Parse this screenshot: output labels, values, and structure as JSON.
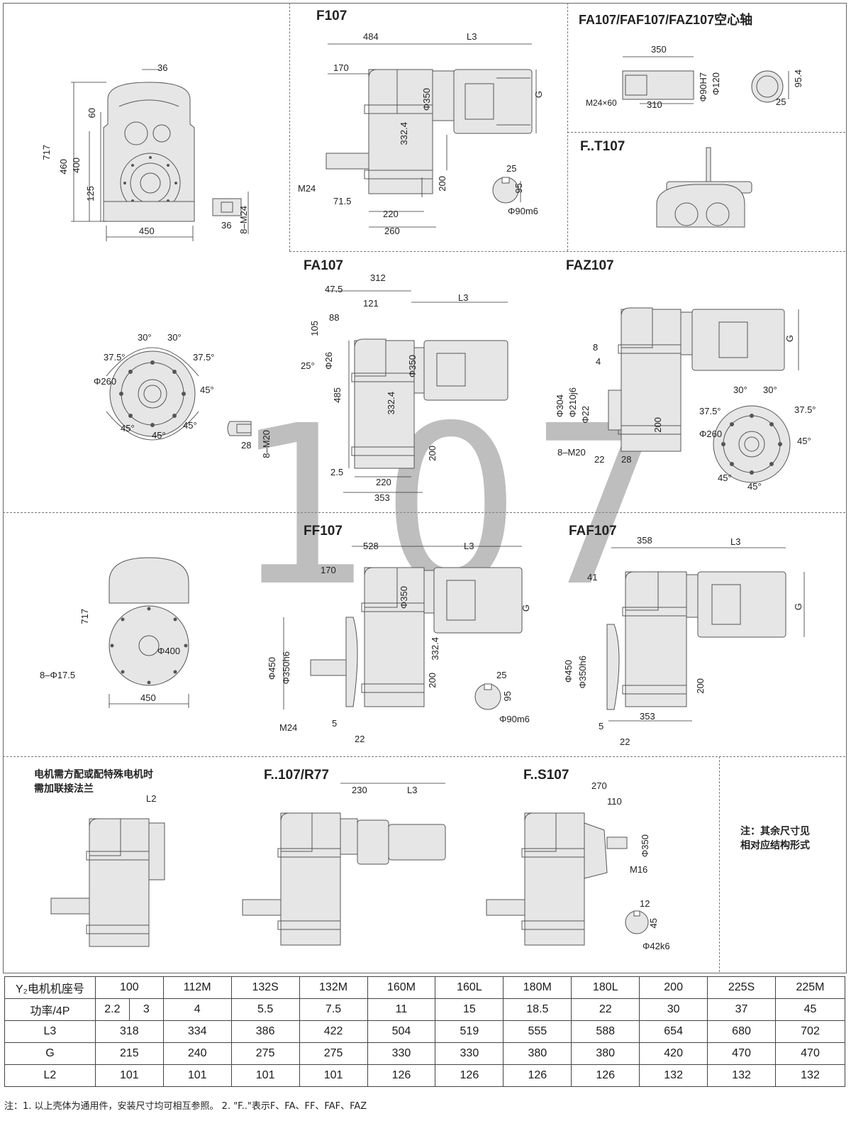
{
  "watermark": "107",
  "sections": {
    "f107": "F107",
    "hollow": "FA107/FAF107/FAZ107空心轴",
    "ft107": "F..T107",
    "fa107": "FA107",
    "faz107": "FAZ107",
    "ff107": "FF107",
    "faf107": "FAF107",
    "fr77": "F..107/R77",
    "fs107": "F..S107"
  },
  "dims": {
    "side": {
      "d36": "36",
      "d60": "60",
      "d717": "717",
      "d460": "460",
      "d400": "400",
      "d125": "125",
      "d450": "450",
      "key36": "36",
      "m24": "8–M24"
    },
    "f107": {
      "d484": "484",
      "l3": "L3",
      "d170": "170",
      "phi350": "Φ350",
      "g": "G",
      "d332": "332.4",
      "m24": "M24",
      "d200": "200",
      "d715": "71.5",
      "d220": "220",
      "d260": "260",
      "k25": "25",
      "k95": "95",
      "phi90": "Φ90m6"
    },
    "hollow": {
      "d350": "350",
      "phi90h7": "Φ90H7",
      "phi120": "Φ120",
      "m24x60": "M24×60",
      "d310": "310",
      "d954": "95.4",
      "d25": "25"
    },
    "fa107": {
      "d312": "312",
      "d475": "47.5",
      "l3": "L3",
      "d121": "121",
      "d88": "88",
      "d105": "105",
      "a25": "25°",
      "phi26": "Φ26",
      "phi350": "Φ350",
      "d485": "485",
      "d332": "332.4",
      "d200": "200",
      "d25": "2.5",
      "d220": "220",
      "d353": "353"
    },
    "flange": {
      "a30a": "30°",
      "a30b": "30°",
      "a375a": "37.5°",
      "a375b": "37.5°",
      "phi260": "Φ260",
      "a45a": "45°",
      "a45b": "45°",
      "a45c": "45°",
      "a45d": "45°",
      "d28": "28",
      "m20": "8–M20"
    },
    "faz107": {
      "g": "G",
      "d8": "8",
      "d4": "4",
      "phi304": "Φ304",
      "phi210": "Φ210j6",
      "phi22": "Φ22",
      "d200": "200",
      "m20": "8–M20",
      "d22": "22",
      "d28": "28"
    },
    "faz_flange": {
      "a30a": "30°",
      "a30b": "30°",
      "a375a": "37.5°",
      "a375b": "37.5°",
      "phi260": "Φ260",
      "a45a": "45°",
      "a45b": "45°",
      "a45c": "45°"
    },
    "ff_side": {
      "d717": "717",
      "phi400": "Φ400",
      "holes": "8–Φ17.5",
      "d450": "450"
    },
    "ff107": {
      "d528": "528",
      "l3": "L3",
      "d170": "170",
      "phi350": "Φ350",
      "g": "G",
      "phi450": "Φ450",
      "phi350h6": "Φ350h6",
      "d332": "332.4",
      "d200": "200",
      "m24": "M24",
      "d5": "5",
      "d22": "22",
      "k25": "25",
      "k95": "95",
      "phi90": "Φ90m6"
    },
    "faf107": {
      "d358": "358",
      "l3": "L3",
      "d41": "41",
      "g": "G",
      "phi450": "Φ450",
      "phi350h6": "Φ350h6",
      "d200": "200",
      "d353": "353",
      "d5": "5",
      "d22": "22"
    },
    "adapter": {
      "note_l1": "电机需方配或配特殊电机时",
      "note_l2": "需加联接法兰",
      "l2": "L2"
    },
    "fr77": {
      "d230": "230",
      "l3": "L3"
    },
    "fs107": {
      "d270": "270",
      "d110": "110",
      "phi350": "Φ350",
      "m16": "M16",
      "k12": "12",
      "k45": "45",
      "phi42": "Φ42k6"
    },
    "side_note_l1": "注：其余尺寸见",
    "side_note_l2": "相对应结构形式"
  },
  "table": {
    "rows": [
      {
        "label": "Y₂电机机座号",
        "cells": [
          "100",
          "112M",
          "132S",
          "132M",
          "160M",
          "160L",
          "180M",
          "180L",
          "200",
          "225S",
          "225M"
        ]
      },
      {
        "label": "功率/4P",
        "cells": [
          "2.2",
          "3",
          "4",
          "5.5",
          "7.5",
          "11",
          "15",
          "18.5",
          "22",
          "30",
          "37",
          "45"
        ]
      },
      {
        "label": "L3",
        "cells": [
          "318",
          "334",
          "386",
          "422",
          "504",
          "519",
          "555",
          "588",
          "654",
          "680",
          "702"
        ]
      },
      {
        "label": "G",
        "cells": [
          "215",
          "240",
          "275",
          "275",
          "330",
          "330",
          "380",
          "380",
          "420",
          "470",
          "470"
        ]
      },
      {
        "label": "L2",
        "cells": [
          "101",
          "101",
          "101",
          "101",
          "126",
          "126",
          "126",
          "126",
          "132",
          "132",
          "132"
        ]
      }
    ]
  },
  "footnote": "注：1. 以上壳体为通用件，安装尺寸均可相互参照。   2. \"F..\"表示F、FA、FF、FAF、FAZ"
}
